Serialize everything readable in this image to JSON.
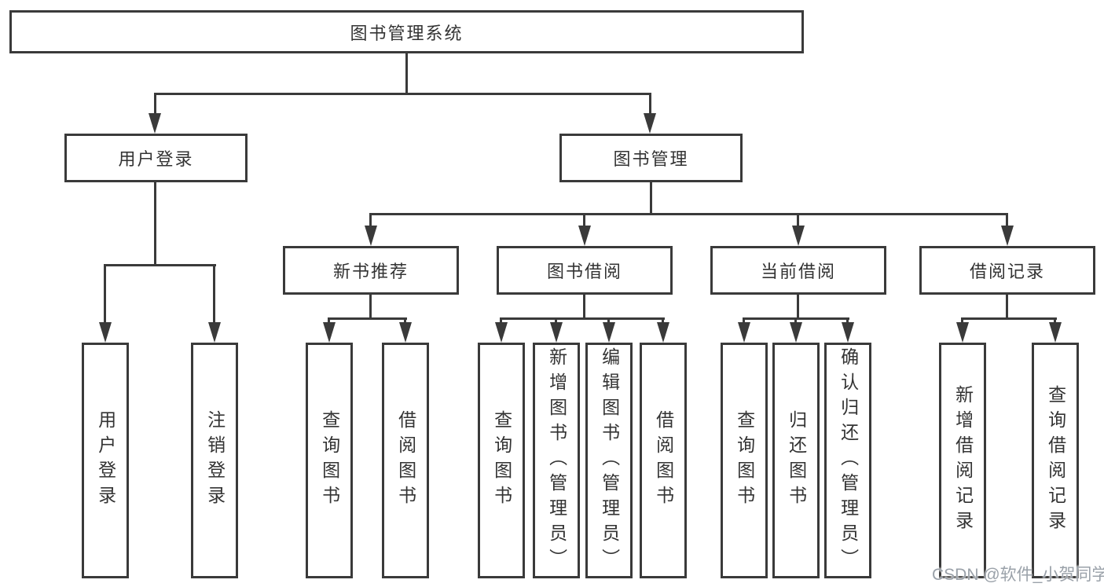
{
  "colors": {
    "line": "#3a3a3a",
    "box_border": "#3a3a3a",
    "box_fill": "#ffffff",
    "text": "#333333",
    "watermark": "#9aa1a9"
  },
  "watermark": {
    "text": "CSDN @软件_小贺同学"
  },
  "tree": {
    "root": {
      "label": "图书管理系统"
    },
    "level2": [
      {
        "label": "用户登录"
      },
      {
        "label": "图书管理"
      }
    ],
    "level3": [
      {
        "label": "新书推荐"
      },
      {
        "label": "图书借阅"
      },
      {
        "label": "当前借阅"
      },
      {
        "label": "借阅记录"
      }
    ],
    "leaves": {
      "user_login": [
        "用户登录",
        "注销登录"
      ],
      "new_book_recommend": [
        "查询图书",
        "借阅图书"
      ],
      "book_borrow": [
        "查询图书",
        "新增图书（管理员）",
        "编辑图书（管理员）",
        "借阅图书"
      ],
      "current_borrow": [
        "查询图书",
        "归还图书",
        "确认归还（管理员）"
      ],
      "borrow_record": [
        "新增借阅记录",
        "查询借阅记录"
      ]
    }
  }
}
